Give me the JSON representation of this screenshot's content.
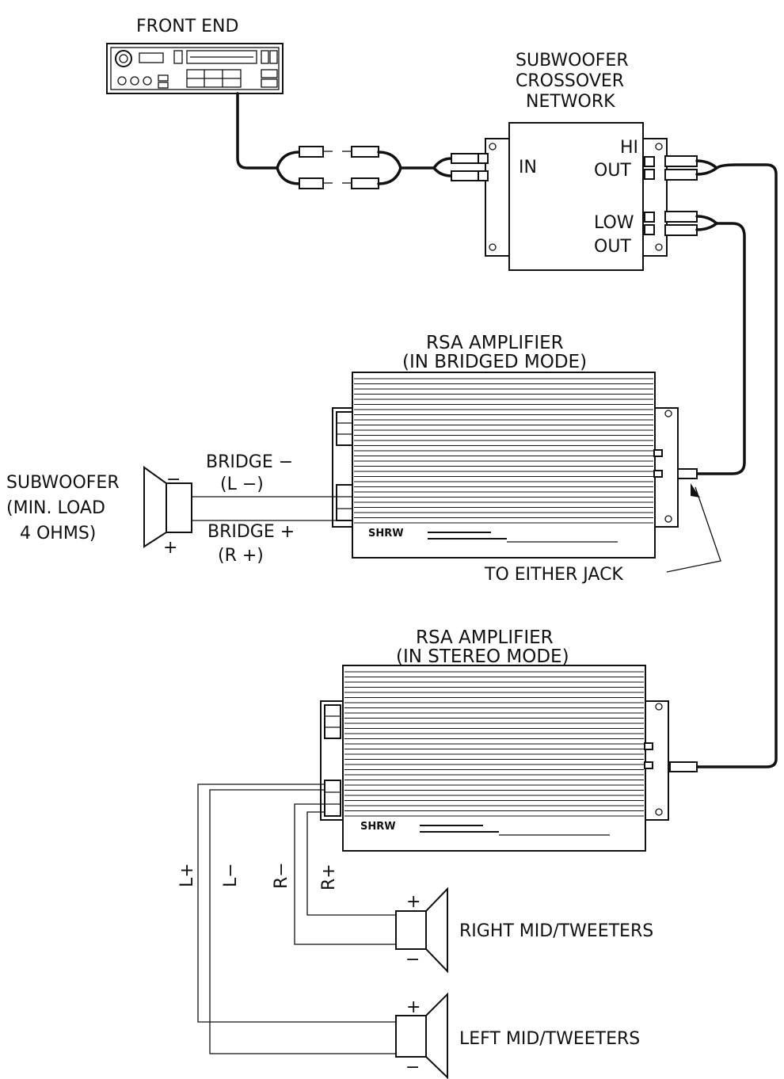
{
  "front_end": {
    "title": "FRONT END"
  },
  "crossover": {
    "title_line1": "SUBWOOFER",
    "title_line2": "CROSSOVER",
    "title_line3": "NETWORK",
    "in_label": "IN",
    "hi_label": "HI",
    "hi_out_label": "OUT",
    "low_label": "LOW",
    "low_out_label": "OUT"
  },
  "amp_bridged": {
    "title_line1": "RSA AMPLIFIER",
    "title_line2": "(IN BRIDGED MODE)",
    "badge": "SHRW",
    "jack_note": "TO EITHER JACK"
  },
  "subwoofer": {
    "label_line1": "SUBWOOFER",
    "label_line2": "(MIN. LOAD",
    "label_line3": "4 OHMS)",
    "minus_sign": "−",
    "plus_sign": "+"
  },
  "bridge_wires": {
    "minus_line1": "BRIDGE −",
    "minus_line2": "(L −)",
    "plus_line1": "BRIDGE +",
    "plus_line2": "(R +)"
  },
  "amp_stereo": {
    "title_line1": "RSA AMPLIFIER",
    "title_line2": "(IN STEREO MODE)",
    "badge": "SHRW"
  },
  "stereo_wires": {
    "l_plus": "L+",
    "l_minus": "L−",
    "r_minus": "R−",
    "r_plus": "R+"
  },
  "speakers": {
    "right": "RIGHT MID/TWEETERS",
    "left": "LEFT MID/TWEETERS",
    "plus_sign": "+",
    "minus_sign": "−"
  }
}
